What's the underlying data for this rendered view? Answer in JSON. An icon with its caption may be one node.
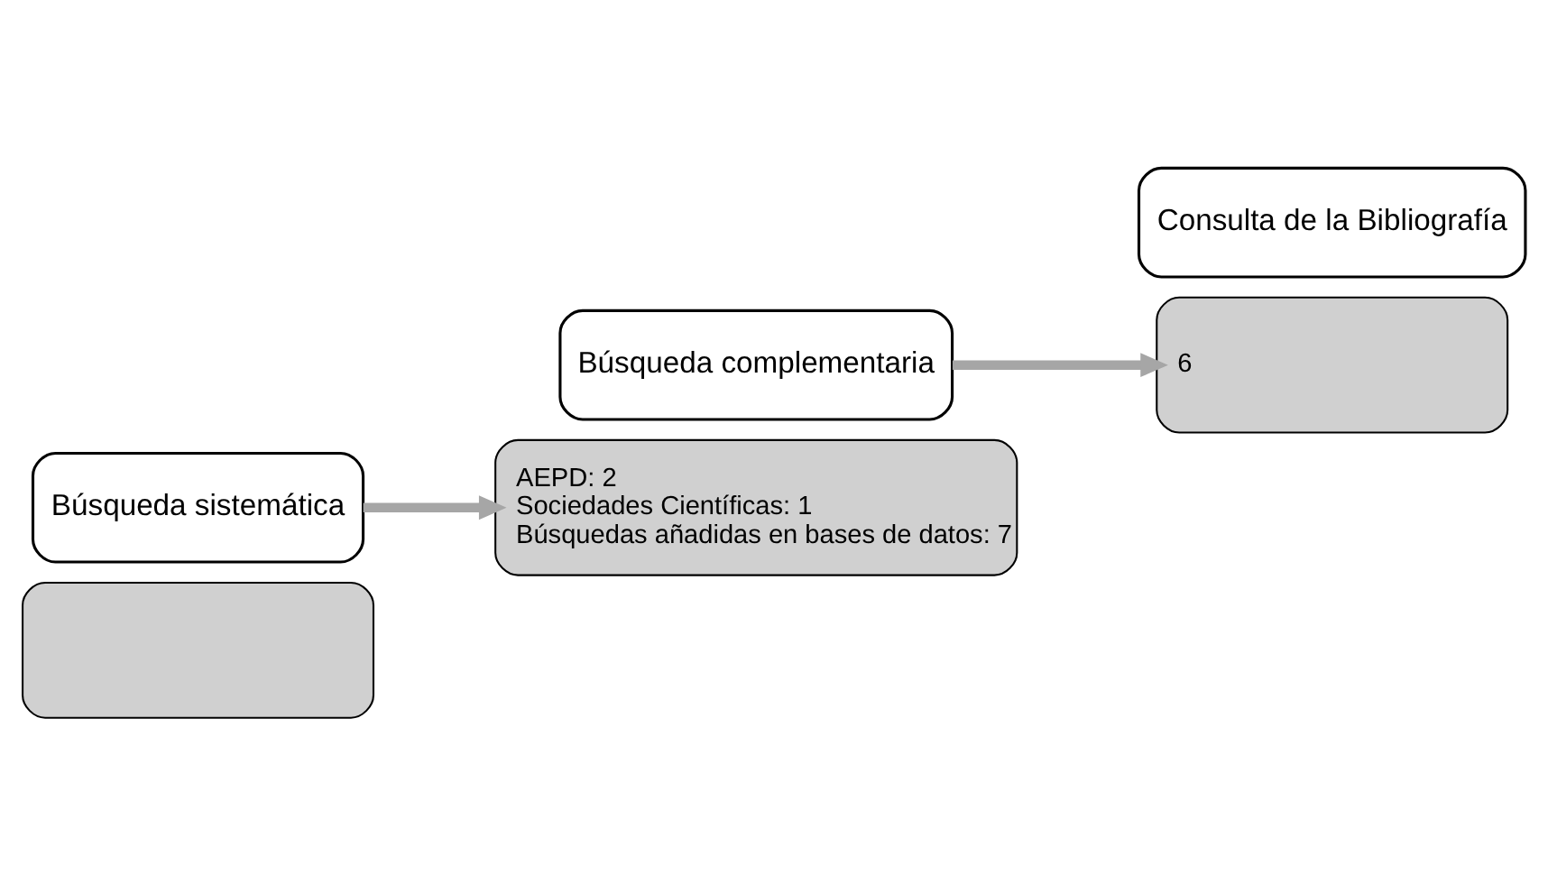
{
  "diagram": {
    "nodes": [
      {
        "text": [],
        "shape": "box"
      },
      {
        "text": [
          "Búsqueda sistemática"
        ]
      },
      {
        "text": [
          "AEPD: 2",
          "Sociedades Científicas: 1",
          "Búsquedas añadidas en bases de datos: 7"
        ]
      },
      {
        "text": [
          "Búsqueda complementaria"
        ]
      },
      {
        "text": [
          "6"
        ]
      },
      {
        "text": [
          "Consulta de la Bibliografía"
        ]
      }
    ],
    "edges": [
      {
        "from": 1,
        "to": 2,
        "arrow": "to"
      },
      {
        "from": 3,
        "to": 4,
        "arrow": "to"
      }
    ]
  }
}
